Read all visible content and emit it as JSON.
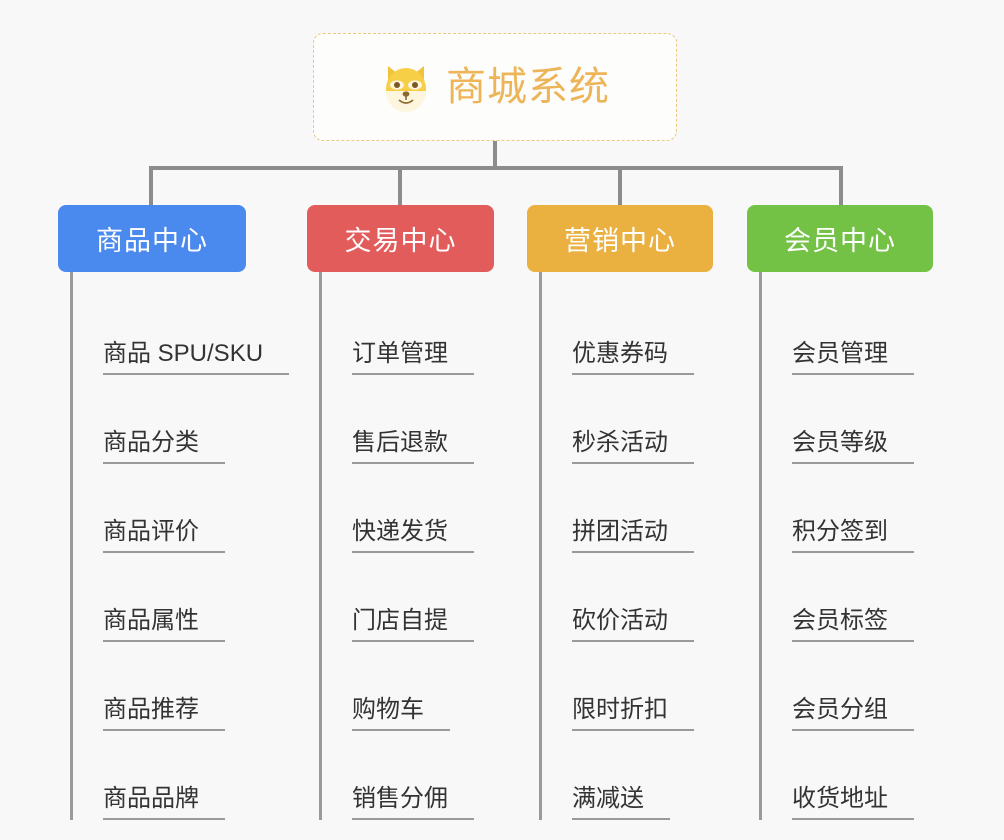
{
  "background_color": "#f8f8f8",
  "root": {
    "icon": "dog-face-icon",
    "title": "商城系统",
    "title_color": "#edb458",
    "border_color": "#edc77c"
  },
  "connector_color": "#8c8c8c",
  "columns": [
    {
      "id": "product-center",
      "label": "商品中心",
      "color": "#4a89ee",
      "items": [
        "商品 SPU/SKU",
        "商品分类",
        "商品评价",
        "商品属性",
        "商品推荐",
        "商品品牌"
      ]
    },
    {
      "id": "trade-center",
      "label": "交易中心",
      "color": "#e25c5c",
      "items": [
        "订单管理",
        "售后退款",
        "快递发货",
        "门店自提",
        "购物车",
        "销售分佣"
      ]
    },
    {
      "id": "marketing-center",
      "label": "营销中心",
      "color": "#eab040",
      "items": [
        "优惠券码",
        "秒杀活动",
        "拼团活动",
        "砍价活动",
        "限时折扣",
        "满减送"
      ]
    },
    {
      "id": "member-center",
      "label": "会员中心",
      "color": "#73c246",
      "items": [
        "会员管理",
        "会员等级",
        "积分签到",
        "会员标签",
        "会员分组",
        "收货地址"
      ]
    }
  ]
}
